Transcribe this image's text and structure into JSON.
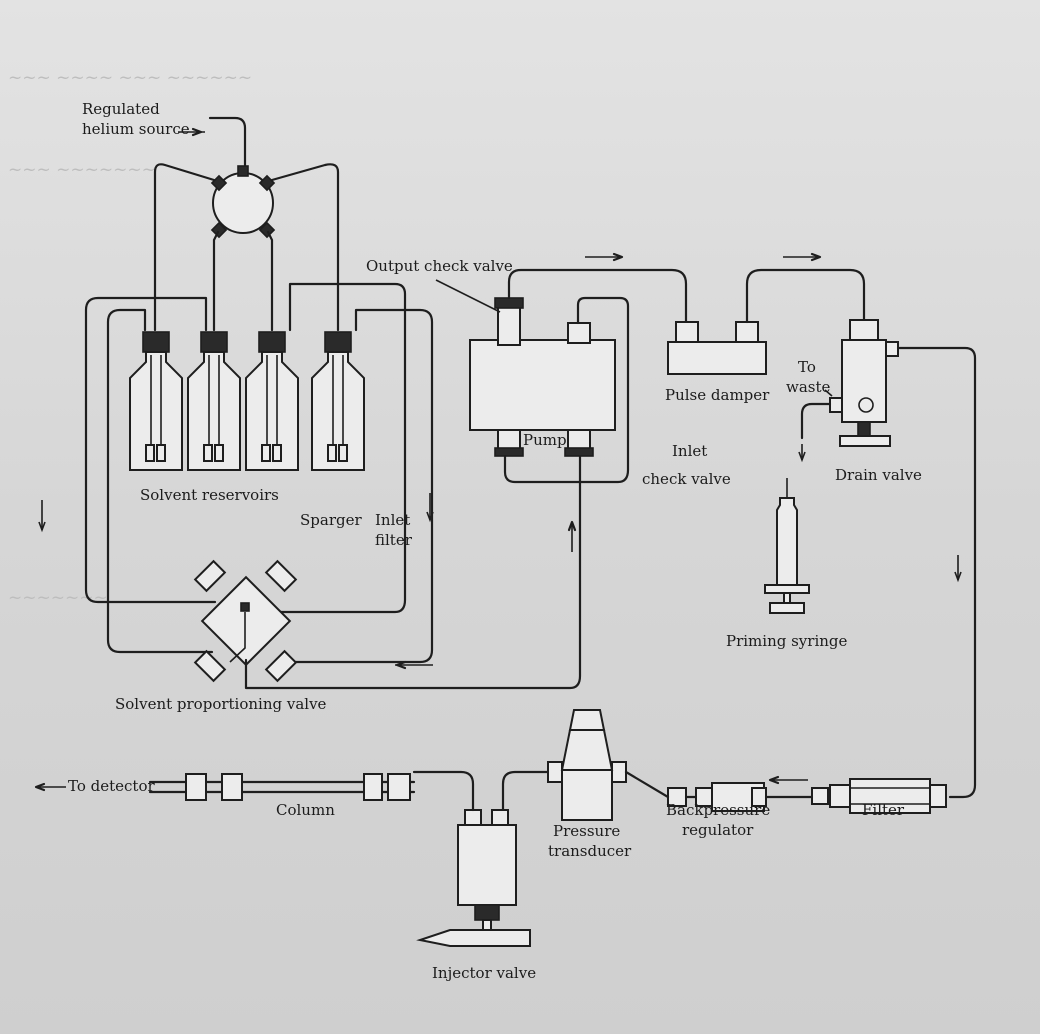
{
  "diagram": {
    "labels": {
      "helium_source_line1": "Regulated",
      "helium_source_line2": "helium source",
      "solvent_reservoirs": "Solvent reservoirs",
      "sparger": "Sparger",
      "inlet_filter_line1": "Inlet",
      "inlet_filter_line2": "filter",
      "solvent_proportioning_valve": "Solvent proportioning valve",
      "output_check_valve": "Output check valve",
      "pump": "Pump",
      "inlet_check_valve_line1": "Inlet",
      "inlet_check_valve_line2": "check valve",
      "pulse_damper": "Pulse damper",
      "to_waste_line1": "To",
      "to_waste_line2": "waste",
      "drain_valve": "Drain valve",
      "priming_syringe": "Priming syringe",
      "to_detector": "To detector",
      "column": "Column",
      "injector_valve": "Injector valve",
      "pressure_transducer_line1": "Pressure",
      "pressure_transducer_line2": "transducer",
      "backpressure_regulator_line1": "Backpressure",
      "backpressure_regulator_line2": "regulator",
      "filter": "Filter"
    },
    "colors": {
      "line": "#1e1e1e",
      "paper": "#d9d9d9"
    }
  }
}
